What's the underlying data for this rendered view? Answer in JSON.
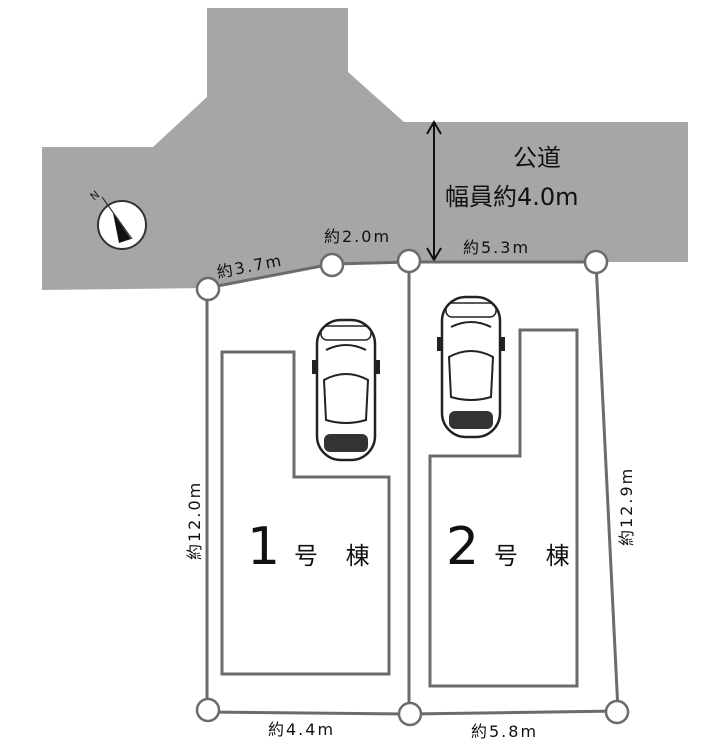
{
  "road": {
    "label": "公道",
    "width_label": "幅員約4.0m",
    "fill": "#a6a6a6"
  },
  "compass": {
    "north_label": "N",
    "icon": "north-arrow-icon"
  },
  "lots": [
    {
      "number": "1",
      "suffix": "号 棟"
    },
    {
      "number": "2",
      "suffix": "号 棟"
    }
  ],
  "dimensions": {
    "d_3_7": "約3.7m",
    "d_2_0": "約2.0m",
    "d_5_3": "約5.3m",
    "d_12_0": "約12.0m",
    "d_12_9": "約12.9m",
    "d_4_4": "約4.4m",
    "d_5_8": "約5.8m"
  },
  "colors": {
    "boundary": "#6b6b6b",
    "building_outline": "#6b6b6b"
  }
}
